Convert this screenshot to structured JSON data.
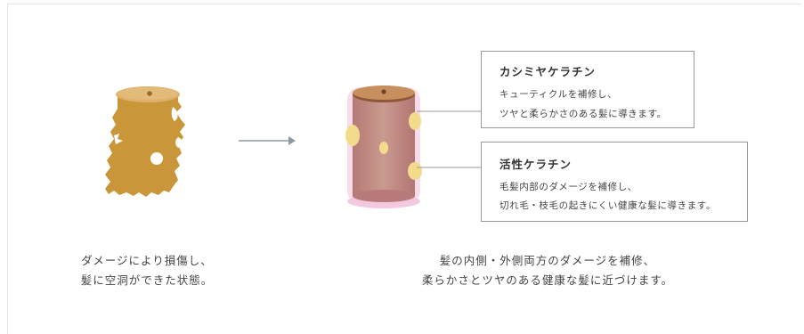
{
  "left_caption": {
    "line1": "ダメージにより損傷し、",
    "line2": "髪に空洞ができた状態。"
  },
  "right_caption": {
    "line1": "髪の内側・外側両方のダメージを補修、",
    "line2": "柔らかさとツヤのある健康な髪に近づけます。"
  },
  "callouts": [
    {
      "title": "カシミヤケラチン",
      "lines": [
        "キューティクルを補修し、",
        "ツヤと柔らかさのある髪に導きます。"
      ]
    },
    {
      "title": "活性ケラチン",
      "lines": [
        "毛髪内部のダメージを補修し、",
        "切れ毛・枝毛の起きにくい健康な髪に導きます。"
      ]
    }
  ],
  "icons": {
    "damaged_hair": "damaged-hair-strand-icon",
    "arrow": "right-arrow-icon",
    "repaired_hair": "repaired-hair-strand-icon"
  },
  "colors": {
    "damaged_hair": "#c9973a",
    "repaired_hair": "#c08b7c",
    "keratin_dot": "#f2dc8c",
    "glow": "#f3c9e0",
    "arrow": "#8a9aa0"
  }
}
